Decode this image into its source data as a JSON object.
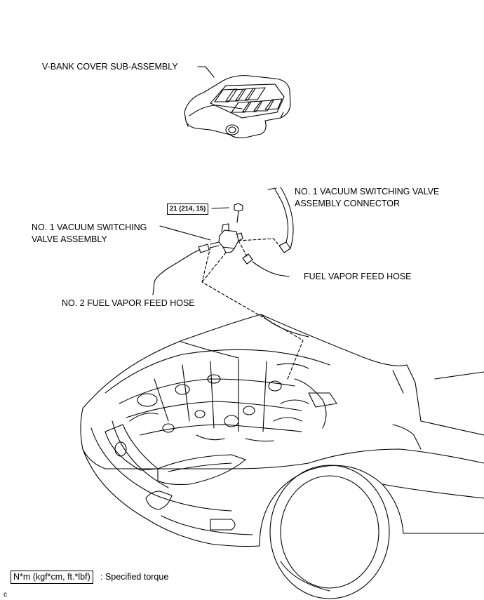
{
  "labels": {
    "vbank_cover": "V-BANK COVER SUB-ASSEMBLY",
    "vsv_connector_line1": "NO. 1 VACUUM SWITCHING VALVE",
    "vsv_connector_line2": "ASSEMBLY CONNECTOR",
    "vsv_assembly_line1": "NO. 1 VACUUM SWITCHING",
    "vsv_assembly_line2": "VALVE ASSEMBLY",
    "fuel_vapor_feed_hose": "FUEL VAPOR FEED HOSE",
    "no2_fuel_vapor_feed_hose": "NO. 2 FUEL VAPOR FEED HOSE"
  },
  "torque": {
    "value": "21 (214, 15)"
  },
  "legend": {
    "unit": "N*m (kgf*cm, ft.*lbf)",
    "description": ": Specified torque"
  },
  "corner_mark": "c"
}
